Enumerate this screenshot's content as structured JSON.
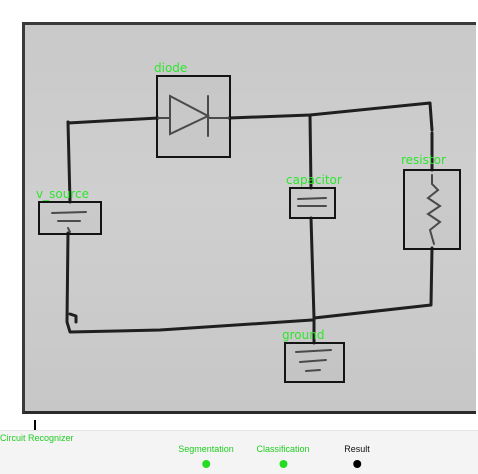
{
  "app": {
    "title": "Circuit Recognizer"
  },
  "steps": [
    {
      "label": "Segmentation",
      "status": "done",
      "dot_color": "#22dd22"
    },
    {
      "label": "Classification",
      "status": "done",
      "dot_color": "#22dd22"
    },
    {
      "label": "Result",
      "status": "current",
      "dot_color": "#000000"
    }
  ],
  "detections": {
    "diode": "diode",
    "v_source": "v_source",
    "capacitor": "capacitor",
    "resistor": "resistor",
    "ground": "ground"
  },
  "colors": {
    "label_green": "#2ee62e",
    "step_done": "#22cc22",
    "step_current": "#111111"
  }
}
